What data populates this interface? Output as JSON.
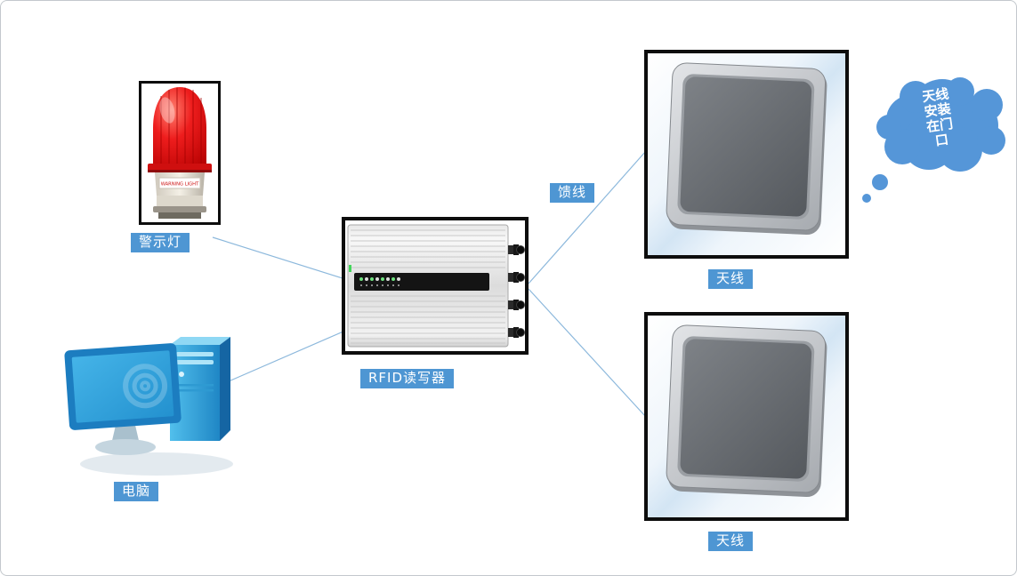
{
  "nodes": {
    "warning_light": {
      "label": "警示灯",
      "device_text": "WARNING LIGHT"
    },
    "computer": {
      "label": "电脑"
    },
    "rfid_reader": {
      "label": "RFID读写器"
    },
    "antenna_top": {
      "label": "天线"
    },
    "antenna_bottom": {
      "label": "天线"
    }
  },
  "edge_labels": {
    "feeder": "馈线"
  },
  "callout": {
    "lines": [
      "天线",
      "安装",
      "在门",
      "口"
    ]
  },
  "colors": {
    "label_bg": "#4e96d3",
    "label_text": "#ffffff",
    "connector_line": "#8cb8dc",
    "cloud_fill": "#5596d8",
    "frame_border": "#0d0d0d"
  }
}
